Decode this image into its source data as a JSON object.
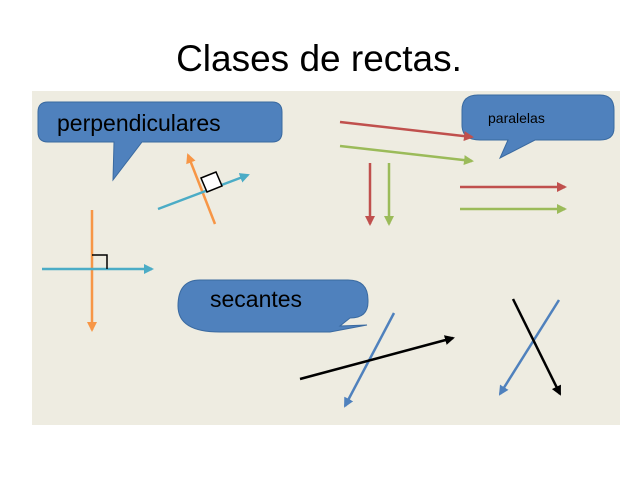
{
  "slide": {
    "title": "Clases de rectas."
  },
  "callouts": {
    "perpendiculares": "perpendiculares",
    "paralelas": "paralelas",
    "secantes": "secantes"
  },
  "colors": {
    "panel_background": "#eeece1",
    "callout_fill": "#4f81bd",
    "red": "#c0504d",
    "green": "#9bbb59",
    "orange": "#f79646",
    "cyan": "#4bacc6",
    "blue": "#4f81bd",
    "black": "#000000"
  }
}
